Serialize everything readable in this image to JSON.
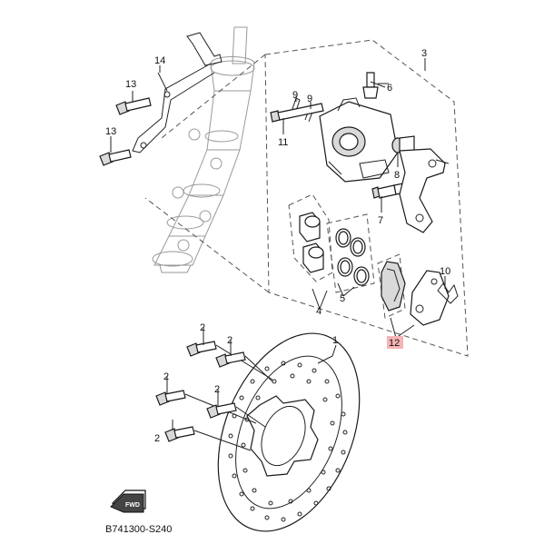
{
  "callouts": {
    "c1": "1",
    "c2a": "2",
    "c2b": "2",
    "c2c": "2",
    "c2d": "2",
    "c2e": "2",
    "c3": "3",
    "c4": "4",
    "c5": "5",
    "c6": "6",
    "c7": "7",
    "c8": "8",
    "c9": "9",
    "c10": "10",
    "c11": "11",
    "c12": "12",
    "c13a": "13",
    "c13b": "13",
    "c14": "14"
  },
  "highlight_color": "#f5b4b4",
  "front_marker": "FWD",
  "diagram_code": "B741300-S240"
}
